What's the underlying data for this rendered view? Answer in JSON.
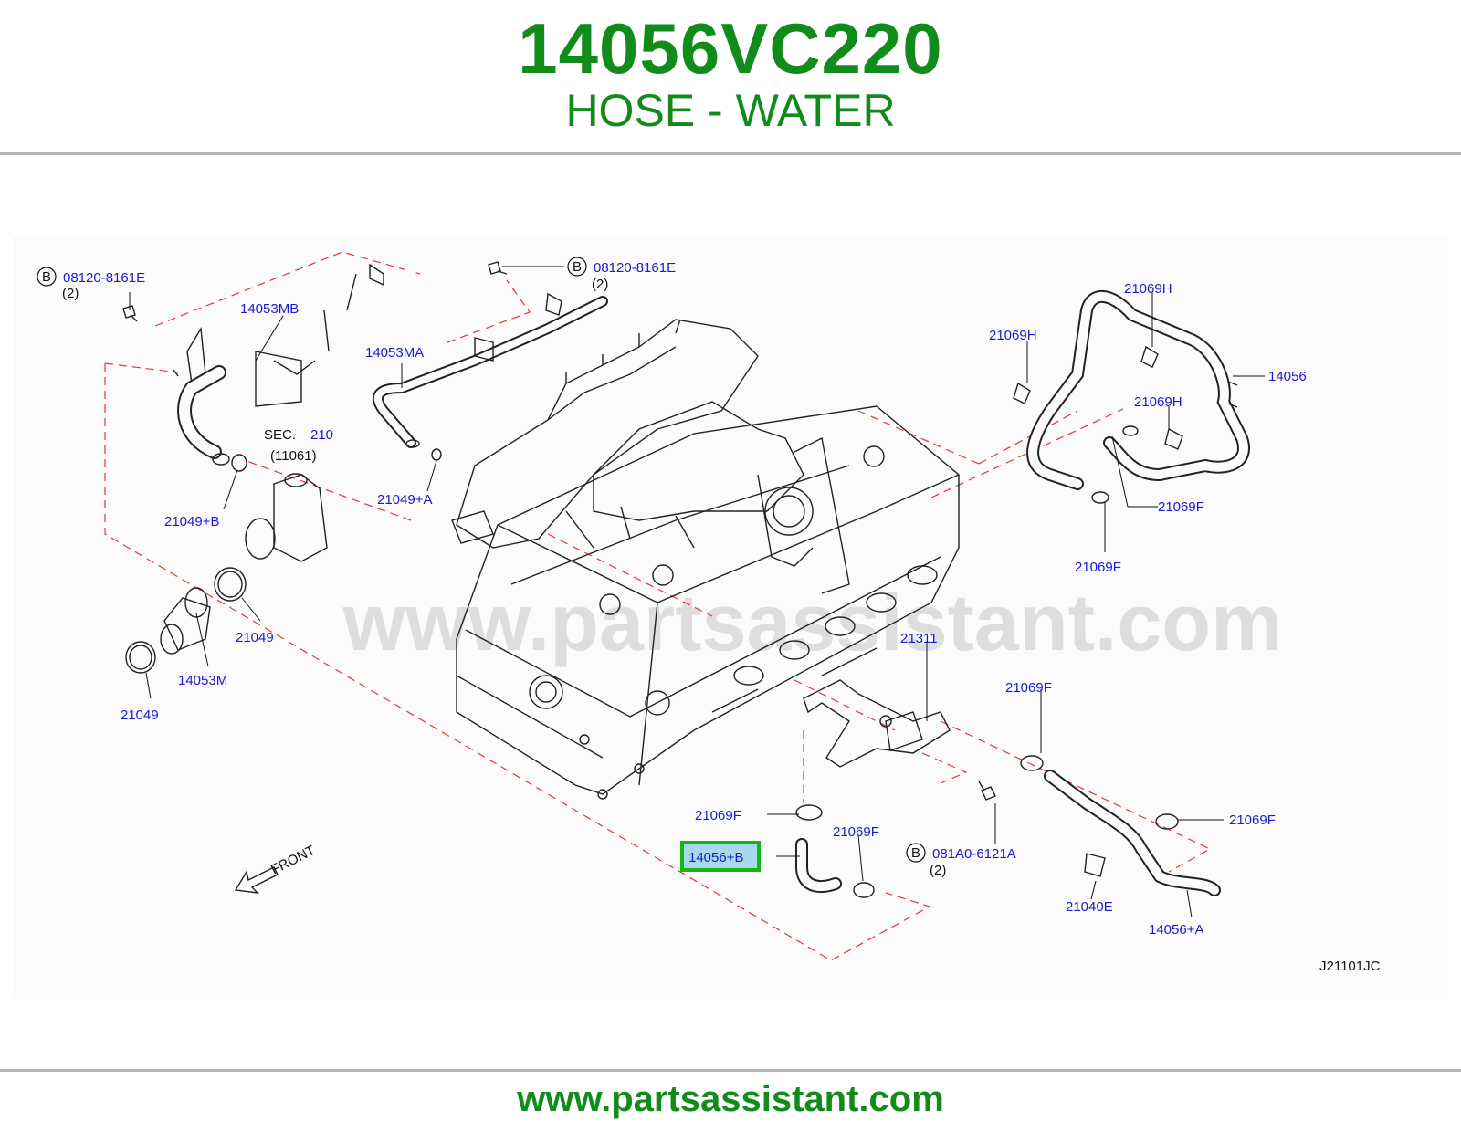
{
  "header": {
    "part_number": "14056VC220",
    "part_name": "HOSE - WATER"
  },
  "diagram": {
    "watermark": "www.partsassistant.com",
    "drawing_code": "J21101JC",
    "front_label": "FRONT",
    "sec_label": "SEC.",
    "sec_number": "210",
    "sec_ref": "(11061)",
    "bolt_marker": "B",
    "highlight_color": "#14b814",
    "labels": {
      "bolt_left_code": "08120-8161E",
      "bolt_left_qty": "(2)",
      "bolt_mid_code": "08120-8161E",
      "bolt_mid_qty": "(2)",
      "bolt_low_code": "081A0-6121A",
      "bolt_low_qty": "(2)",
      "p14053MB": "14053MB",
      "p14053MA": "14053MA",
      "p21049A": "21049+A",
      "p21049B": "21049+B",
      "p21049_1": "21049",
      "p21049_2": "21049",
      "p14053M": "14053M",
      "p21069H_1": "21069H",
      "p21069H_2": "21069H",
      "p21069H_3": "21069H",
      "p14056": "14056",
      "p21069F_1": "21069F",
      "p21069F_2": "21069F",
      "p21311": "21311",
      "p21069F_3": "21069F",
      "p21069F_4": "21069F",
      "p21069F_5": "21069F",
      "p21069F_6": "21069F",
      "p14056B": "14056+B",
      "p21040E": "21040E",
      "p14056A": "14056+A"
    }
  },
  "footer": {
    "url": "www.partsassistant.com"
  }
}
